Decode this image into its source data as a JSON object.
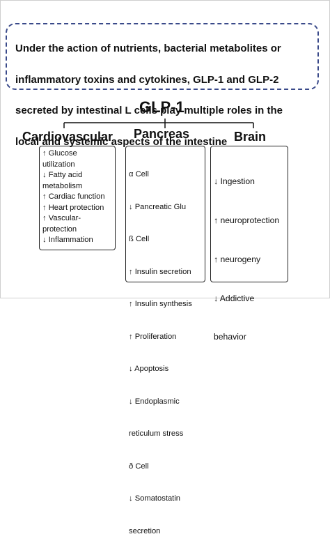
{
  "intro": {
    "lines": [
      "Under the action of nutrients, bacterial metabolites or",
      "inflammatory toxins and cytokines, GLP-1 and GLP-2",
      "secreted by intestinal L cells play multiple roles in the",
      "local and systemic aspects of the intestine"
    ]
  },
  "title": "GLP-1",
  "columns": {
    "cardio": {
      "heading": "Cardiovascular",
      "lines": [
        "↑ Glucose",
        "utilization",
        "↓ Fatty acid",
        "metabolism",
        "↑ Cardiac function",
        "↑ Heart protection",
        "↑ Vascular-",
        "protection",
        "↓ Inflammation"
      ]
    },
    "pancreas": {
      "heading": "Pancreas",
      "lines": [
        "α Cell",
        "  ↓ Pancreatic Glu",
        "ß Cell",
        "  ↑ Insulin secretion",
        "  ↑ Insulin synthesis",
        "  ↑ Proliferation",
        "  ↓ Apoptosis",
        "  ↓ Endoplasmic",
        "reticulum stress",
        "ð Cell",
        "  ↓ Somatostatin",
        "secretion"
      ]
    },
    "brain": {
      "heading": "Brain",
      "lines": [
        "↓ Ingestion",
        "↑ neuroprotection",
        "↑ neurogeny",
        "↓ Addictive",
        "  behavior"
      ]
    }
  }
}
